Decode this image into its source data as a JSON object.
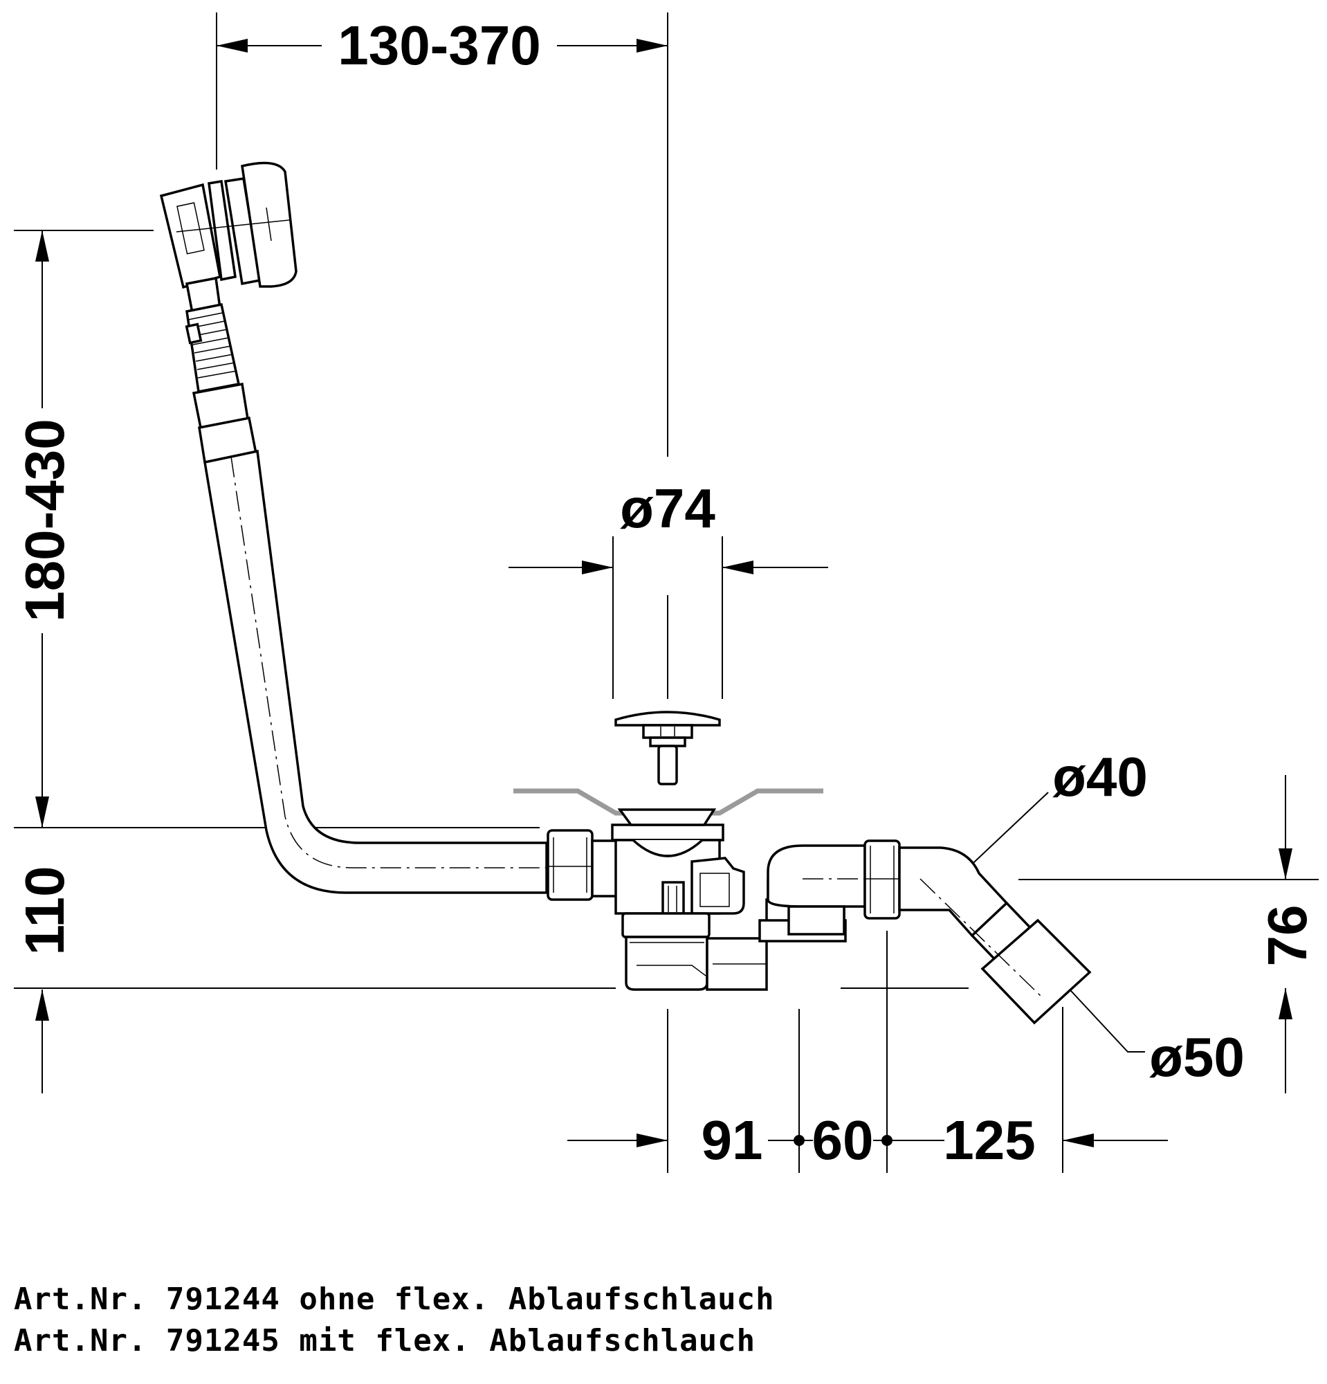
{
  "dimensions": {
    "spout_offset": "130-370",
    "spout_height": "180-430",
    "waste_height": "110",
    "plug_diameter": "ø74",
    "outlet_diameter_40": "ø40",
    "outlet_diameter_50": "ø50",
    "outlet_height": "76",
    "offset_91": "91",
    "offset_60": "60",
    "offset_125": "125"
  },
  "captions": [
    "Art.Nr. 791244 ohne flex. Ablaufschlauch",
    "Art.Nr. 791245 mit flex. Ablaufschlauch"
  ],
  "colors": {
    "line": "#000000",
    "tub_bottom": "#9a9a9a"
  }
}
